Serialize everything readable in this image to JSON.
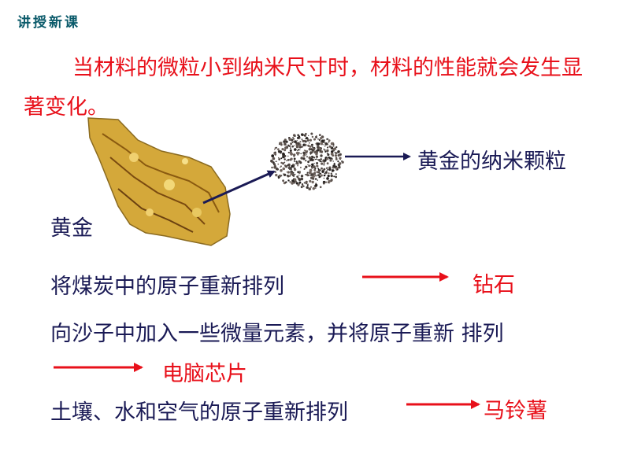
{
  "header": {
    "title": "讲授新课"
  },
  "intro": {
    "text": "当材料的微粒小到纳米尺寸时，材料的性能就会发生显著变化。"
  },
  "gold": {
    "label": "黄金",
    "nano_label": "黄金的纳米颗粒"
  },
  "examples": [
    {
      "text": "将煤炭中的原子重新排列",
      "result": "钻石"
    },
    {
      "text": "向沙子中加入一些微量元素，并将原子重新 排列",
      "result": "电脑芯片"
    },
    {
      "text": "土壤、水和空气的原子重新排列",
      "result": "马铃薯"
    }
  ],
  "colors": {
    "red": "#e8101a",
    "navy": "#1a1a55",
    "header": "#0a5a6a",
    "gold": "#d4a83a"
  }
}
